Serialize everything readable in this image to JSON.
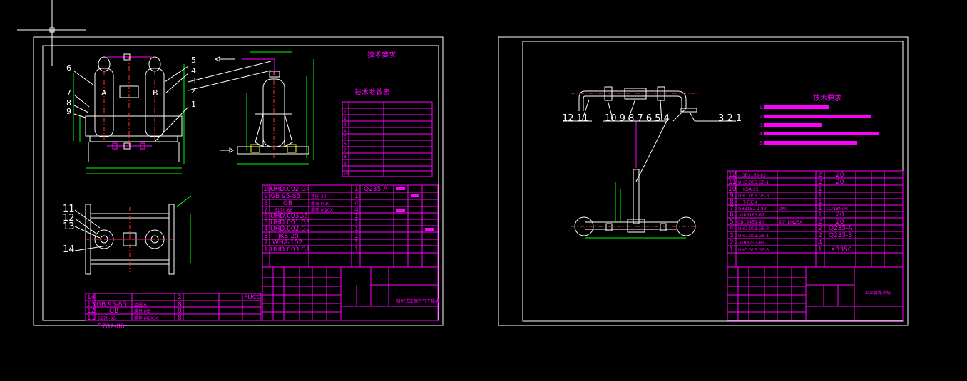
{
  "colors": {
    "background": "#000000",
    "frame": "#ffffff",
    "dimension": "#00ff00",
    "text": "#ff00ff",
    "centerline": "#ff3030",
    "hatch": "#ffff00"
  },
  "left_sheet": {
    "tech_title": "技术要求",
    "param_title": "技术参数表",
    "front_callouts": [
      "6",
      "7",
      "8",
      "9",
      "5",
      "4",
      "3",
      "2",
      "1"
    ],
    "vessel_labels": [
      "A",
      "B"
    ],
    "plan_callouts": [
      "11",
      "12",
      "13",
      "14"
    ],
    "param_rows": [
      "1",
      "2",
      "3",
      "4",
      "5",
      "6",
      "7",
      "8",
      "9",
      "10"
    ],
    "bom_rows": [
      {
        "no": "10",
        "code": "UHD.002.G4",
        "qty": "1",
        "mat": "Q235-A"
      },
      {
        "no": "9",
        "code": "GB 95-85",
        "name": "垫圈 20",
        "qty": "1",
        "mat": ""
      },
      {
        "no": "8",
        "code": "GB",
        "name": "螺母 M20",
        "qty": "4",
        "mat": ""
      },
      {
        "no": "7",
        "code": "6170-86",
        "name": "螺栓 M20X",
        "qty": "4",
        "mat": ""
      },
      {
        "no": "6",
        "code": "UHD.003G5",
        "qty": "1",
        "mat": ""
      },
      {
        "no": "5",
        "code": "UHD.001.G3",
        "qty": "1",
        "mat": ""
      },
      {
        "no": "4",
        "code": "UHD.002.G2",
        "qty": "1",
        "mat": ""
      },
      {
        "no": "3",
        "code": "JKS-25",
        "qty": "1",
        "mat": ""
      },
      {
        "no": "2",
        "code": "WHA-102",
        "qty": "1",
        "mat": ""
      },
      {
        "no": "1",
        "code": "UHD.003.G1",
        "qty": "1",
        "mat": ""
      }
    ],
    "small_bom": [
      {
        "no": "14",
        "code": "",
        "qty": "2",
        "mat": "FUCO"
      },
      {
        "no": "13",
        "code": "GB 95-85",
        "name": "垫圈 6",
        "qty": "8"
      },
      {
        "no": "12",
        "code": "GB",
        "name": "螺母 M6",
        "qty": "8"
      },
      {
        "no": "11",
        "code": "6170-86",
        "name": "螺栓 M6X30",
        "qty": "8"
      }
    ],
    "bottom_note": "5782-86",
    "drawing_title": "吸附式压缩空气干燥机"
  },
  "right_sheet": {
    "tech_title": "技术要求",
    "callouts_left": "12 11",
    "callouts_mid": "10 9 8 7 6 5 4",
    "callouts_right": "3 2 1",
    "notes": [
      "1.",
      "2.",
      "3.",
      "4.",
      "5."
    ],
    "bom_rows": [
      {
        "no": "12",
        "code": "GB3163-82",
        "qty": "2",
        "mat": "20"
      },
      {
        "no": "11",
        "code": "UHD.003.G5-1",
        "qty": "2",
        "mat": "20"
      },
      {
        "no": "10",
        "code": "KSA-25",
        "qty": "1",
        "mat": ""
      },
      {
        "no": "9",
        "code": "UHD.003.G5-3",
        "qty": "1",
        "mat": ""
      },
      {
        "no": "8",
        "code": "T-F334",
        "qty": "1",
        "mat": ""
      },
      {
        "no": "7",
        "code": "GB3152.2-82",
        "name": "DN1",
        "qty": "1",
        "mat": "1Cr18Ni9Ti"
      },
      {
        "no": "6",
        "code": "GB3163-87",
        "qty": "1",
        "mat": "20"
      },
      {
        "no": "5",
        "code": "GB12459-90",
        "name": "90° DN25A",
        "qty": "2",
        "mat": "20"
      },
      {
        "no": "4",
        "code": "UHD.003.G5-2",
        "qty": "2",
        "mat": "Q235-A"
      },
      {
        "no": "3",
        "code": "UHD.003.G5-1",
        "qty": "2",
        "mat": "Q235-B"
      },
      {
        "no": "2",
        "code": "GB3733-83",
        "qty": "4",
        "mat": ""
      },
      {
        "no": "1",
        "code": "UHD.003.G5-3",
        "qty": "1",
        "mat": "XB350"
      }
    ],
    "drawing_title": "上部管路系统"
  }
}
